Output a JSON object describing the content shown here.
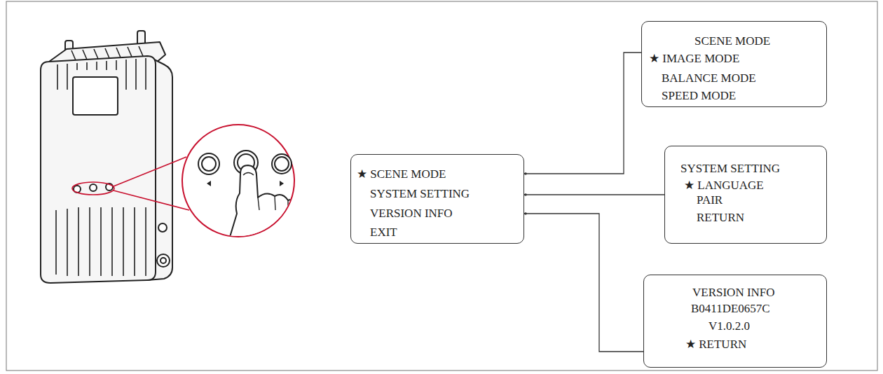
{
  "diagram": {
    "nodes": [
      {
        "text": [
          "★ SCENE MODE",
          "SYSTEM SETTING",
          "VERSION INFO",
          "EXIT"
        ]
      },
      {
        "text": [
          "SCENE MODE",
          "★ IMAGE MODE",
          "BALANCE MODE",
          "SPEED MODE"
        ]
      },
      {
        "text": [
          "SYSTEM SETTING",
          "★ LANGUAGE",
          "PAIR",
          "RETURN"
        ]
      },
      {
        "text": [
          "VERSION INFO",
          "B0411DE0657C",
          "V1.0.2.0",
          "★ RETURN"
        ]
      }
    ],
    "edges": [
      {
        "from": 0,
        "to": 1,
        "arrow": "none"
      },
      {
        "from": 0,
        "to": 2,
        "arrow": "none"
      },
      {
        "from": 0,
        "to": 3,
        "arrow": "none"
      }
    ]
  }
}
